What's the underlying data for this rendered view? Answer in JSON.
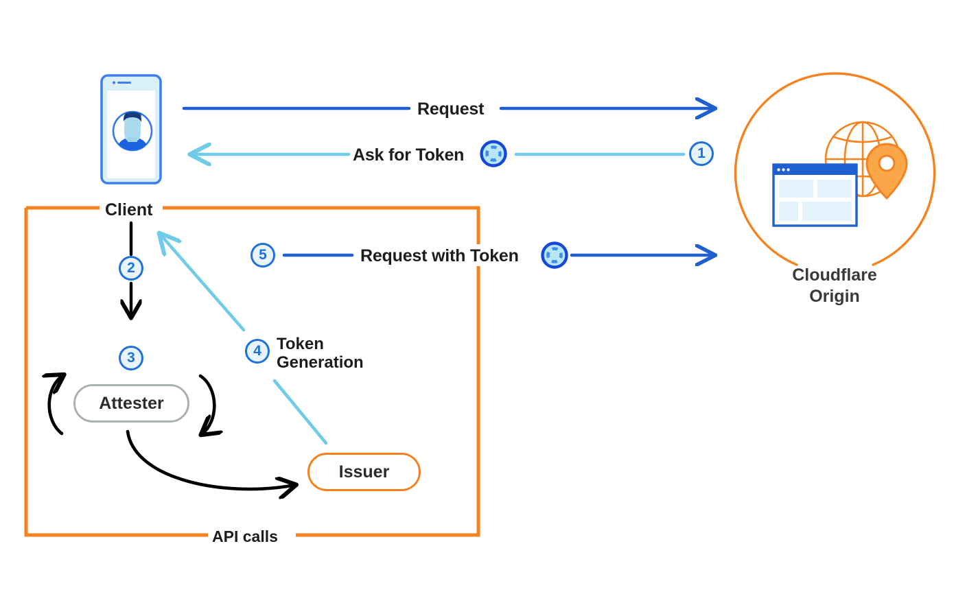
{
  "diagram": {
    "title_nodes": {
      "client": "Client",
      "attester": "Attester",
      "issuer": "Issuer",
      "origin_line1": "Cloudflare",
      "origin_line2": "Origin"
    },
    "boundary_label": "API calls",
    "flows": [
      {
        "id": "request",
        "label": "Request",
        "step": "",
        "color": "#1f5fd0",
        "direction": "right"
      },
      {
        "id": "ask-for-token",
        "label": "Ask for Token",
        "step": "1",
        "color": "#6fcbe8",
        "direction": "left"
      },
      {
        "id": "client-to-attester",
        "label": "",
        "step": "2",
        "color": "#000000",
        "direction": "down"
      },
      {
        "id": "attester-loop",
        "label": "",
        "step": "3",
        "color": "#000000",
        "direction": "loop"
      },
      {
        "id": "token-generation",
        "label": "Token Generation",
        "step": "4",
        "color": "#6fcbe8",
        "direction": "up-left"
      },
      {
        "id": "request-with-token",
        "label": "Request with Token",
        "step": "5",
        "color": "#1f5fd0",
        "direction": "right"
      }
    ],
    "step_numbers": [
      "1",
      "2",
      "3",
      "4",
      "5"
    ],
    "token_generation_label_line1": "Token",
    "token_generation_label_line2": "Generation",
    "icons": {
      "token": "token-icon",
      "phone": "mobile-phone-icon",
      "avatar": "user-avatar-icon",
      "globe": "globe-icon",
      "browser_window": "browser-window-icon",
      "map_pin": "map-pin-icon"
    },
    "colors": {
      "orange": "#f6821f",
      "blue": "#1f5fd0",
      "blue_ring": "#1f6fdc",
      "cyan": "#6fcbe8",
      "light_blue_fill": "#e8f4fd",
      "gray_border": "#a8b0b4",
      "black": "#000000",
      "text": "#1d1d1d"
    }
  }
}
